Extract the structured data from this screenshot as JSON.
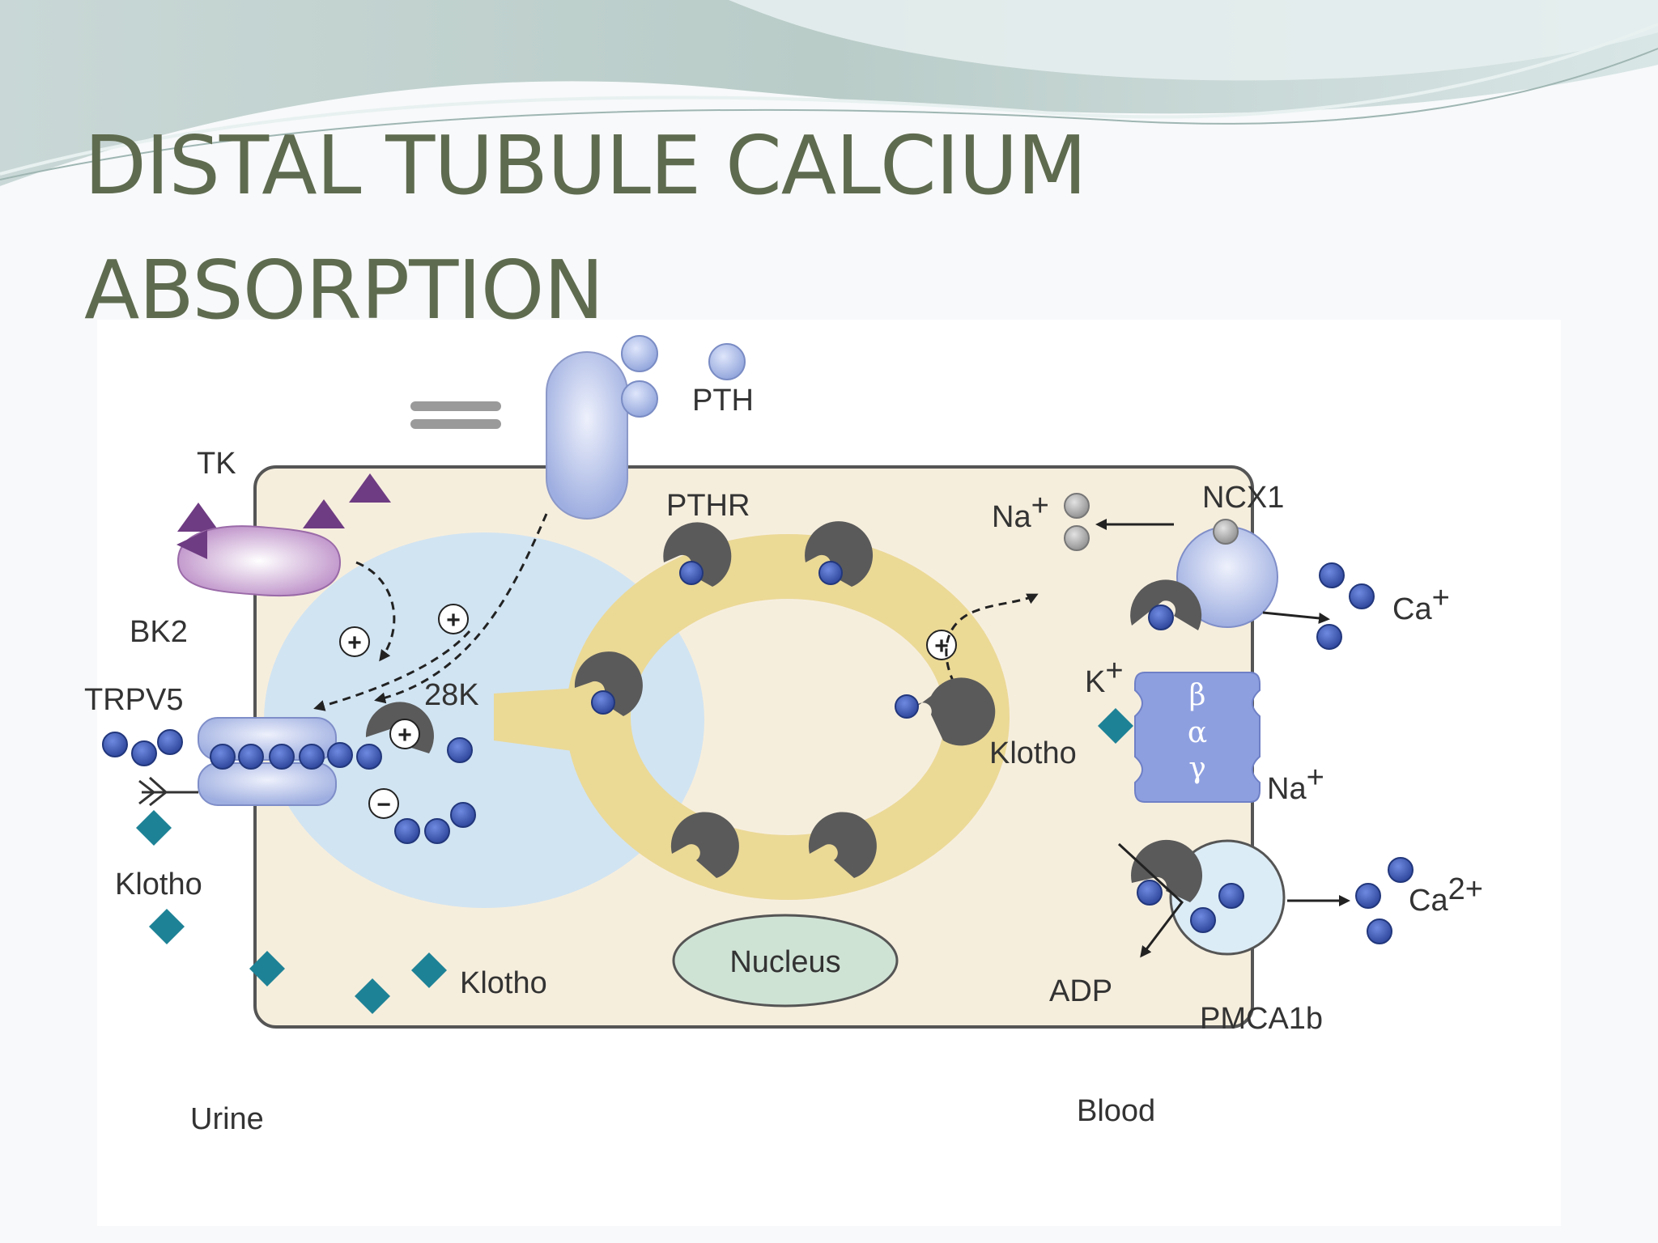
{
  "title": {
    "line1": "DISTAL TUBULE CALCIUM",
    "line2": "ABSORPTION"
  },
  "diagram": {
    "labels": {
      "tk": "TK",
      "bk2": "BK2",
      "trpv5": "TRPV5",
      "klotho": "Klotho",
      "pth": "PTH",
      "pthr": "PTHR",
      "calbindin": "28K",
      "nucleus": "Nucleus",
      "ncx1": "NCX1",
      "na": "Na",
      "na_sup": "+",
      "ca": "Ca",
      "ca_sup": "+",
      "ca2": "Ca",
      "ca2_sup": "2+",
      "k": "K",
      "k_sup": "+",
      "beta": "β",
      "alpha": "α",
      "gamma": "γ",
      "adp": "ADP",
      "pmca": "PMCA1b",
      "urine": "Urine",
      "blood": "Blood",
      "plus": "+",
      "minus": "−"
    },
    "colors": {
      "cell_fill": "#f6eedd",
      "cell_border": "#555555",
      "calcium": "#3a58b0",
      "klotho": "#1e8296",
      "kinin": "#6e3c82",
      "protein": "#b8c4ec",
      "calbindin": "#5a5a5a",
      "ring": "#ebd996",
      "zone": "#cfe3f2",
      "nucleus": "#cfe3d5"
    }
  }
}
